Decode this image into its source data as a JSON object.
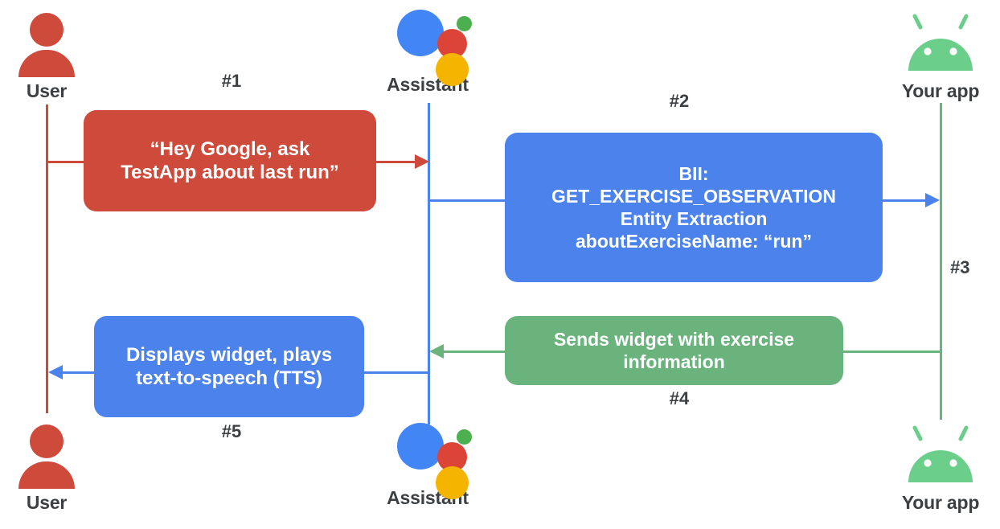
{
  "diagram": {
    "title": "Google Assistant App Action sequence",
    "background": "#ffffff"
  },
  "colors": {
    "red": "#CE4B3C",
    "blue": "#4C82EC",
    "green": "#6BB37D",
    "android_green": "#6BCF8B",
    "text_dark": "#3c4043",
    "assistant_blue": "#4285F4",
    "assistant_red": "#DB4437",
    "assistant_green": "#4CAF50",
    "assistant_yellow": "#F4B400"
  },
  "actors": {
    "top": [
      {
        "id": "user",
        "label": "User",
        "icon": "user-icon"
      },
      {
        "id": "assistant",
        "label": "Assistant",
        "icon": "google-assistant-icon"
      },
      {
        "id": "app",
        "label": "Your app",
        "icon": "android-robot-icon"
      }
    ],
    "bottom": [
      {
        "id": "user",
        "label": "User",
        "icon": "user-icon"
      },
      {
        "id": "assistant",
        "label": "Assistant",
        "icon": "google-assistant-icon"
      },
      {
        "id": "app",
        "label": "Your app",
        "icon": "android-robot-icon"
      }
    ]
  },
  "steps": [
    {
      "number": "#1"
    },
    {
      "number": "#2"
    },
    {
      "number": "#3"
    },
    {
      "number": "#4"
    },
    {
      "number": "#5"
    }
  ],
  "messages": {
    "m1": {
      "step": "#1",
      "color": "red",
      "from": "user",
      "to": "assistant",
      "text": "“Hey Google, ask\nTestApp about last run”"
    },
    "m2": {
      "step": "#2",
      "color": "blue",
      "from": "assistant",
      "to": "app",
      "text": "BII:\nGET_EXERCISE_OBSERVATION\nEntity Extraction\naboutExerciseName: “run”"
    },
    "m3": {
      "step": "#3",
      "color": "green",
      "from": "app",
      "to": "app",
      "text": ""
    },
    "m4": {
      "step": "#4",
      "color": "green",
      "from": "app",
      "to": "assistant",
      "text": "Sends widget with exercise\ninformation"
    },
    "m5": {
      "step": "#5",
      "color": "blue",
      "from": "assistant",
      "to": "user",
      "text": "Displays widget, plays\ntext-to-speech (TTS)"
    }
  }
}
